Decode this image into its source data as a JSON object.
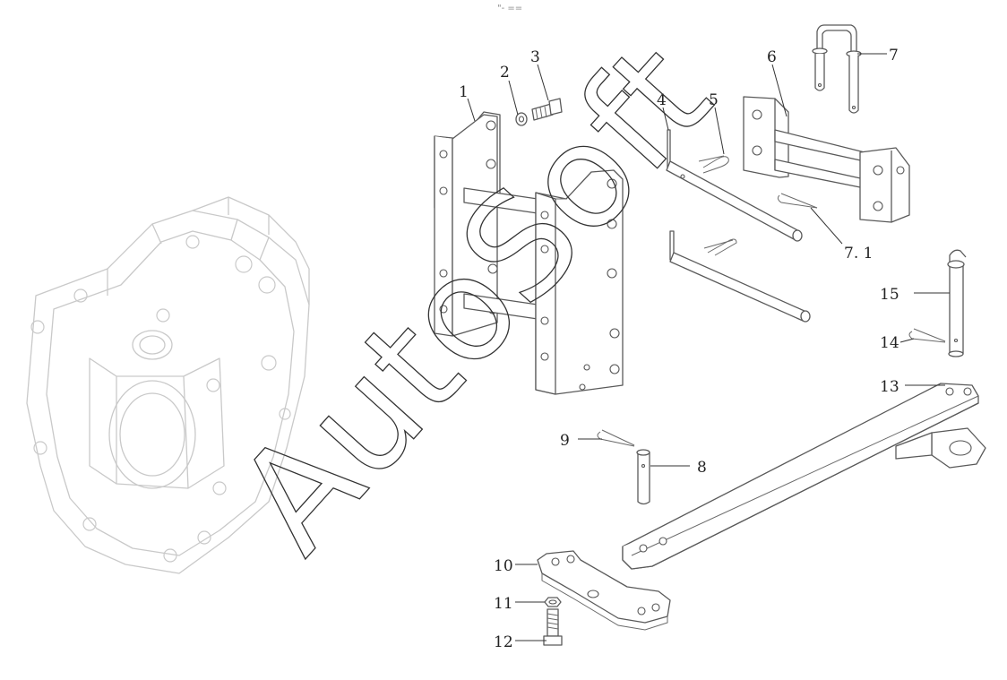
{
  "top_marker": "\"- ==",
  "watermark": "AutoSoft",
  "callouts": {
    "c1": "1",
    "c2": "2",
    "c3": "3",
    "c4": "4",
    "c5": "5",
    "c6": "6",
    "c7": "7",
    "c7_1": "7. 1",
    "c8": "8",
    "c9": "9",
    "c10": "10",
    "c11": "11",
    "c12": "12",
    "c13": "13",
    "c14": "14",
    "c15": "15"
  }
}
